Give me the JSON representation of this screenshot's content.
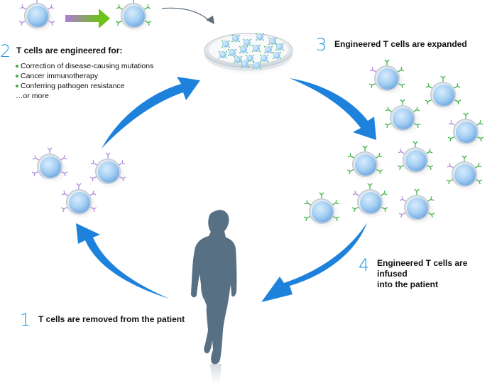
{
  "title": "T cell engineering cycle",
  "colors": {
    "arrow_blue": "#1e82dc",
    "step_number": "#1a9ae0",
    "patient_silhouette": "#587084",
    "receptor_native": "#b48ce0",
    "receptor_engineered": "#3fb44a",
    "cell_body": "#a9d3f5",
    "bullet": "#3fae49"
  },
  "steps": [
    {
      "number": "1",
      "text": "T cells are removed from the patient"
    },
    {
      "number": "2",
      "text": "T cells are engineered for:",
      "bullets": [
        "Correction of disease-causing mutations",
        "Cancer immunotherapy",
        "Conferring pathogen resistance"
      ],
      "more": "…or more"
    },
    {
      "number": "3",
      "text": "Engineered T cells are expanded"
    },
    {
      "number": "4",
      "text": "Engineered T cells are infused",
      "text_line2": "into the patient"
    }
  ],
  "illustrations": {
    "native_cells": 3,
    "expanded_cells": 12,
    "transformation_arrow": "purple-to-green gradient arrow",
    "dish": "petri dish with engineered cells",
    "patient": "walking person silhouette"
  }
}
